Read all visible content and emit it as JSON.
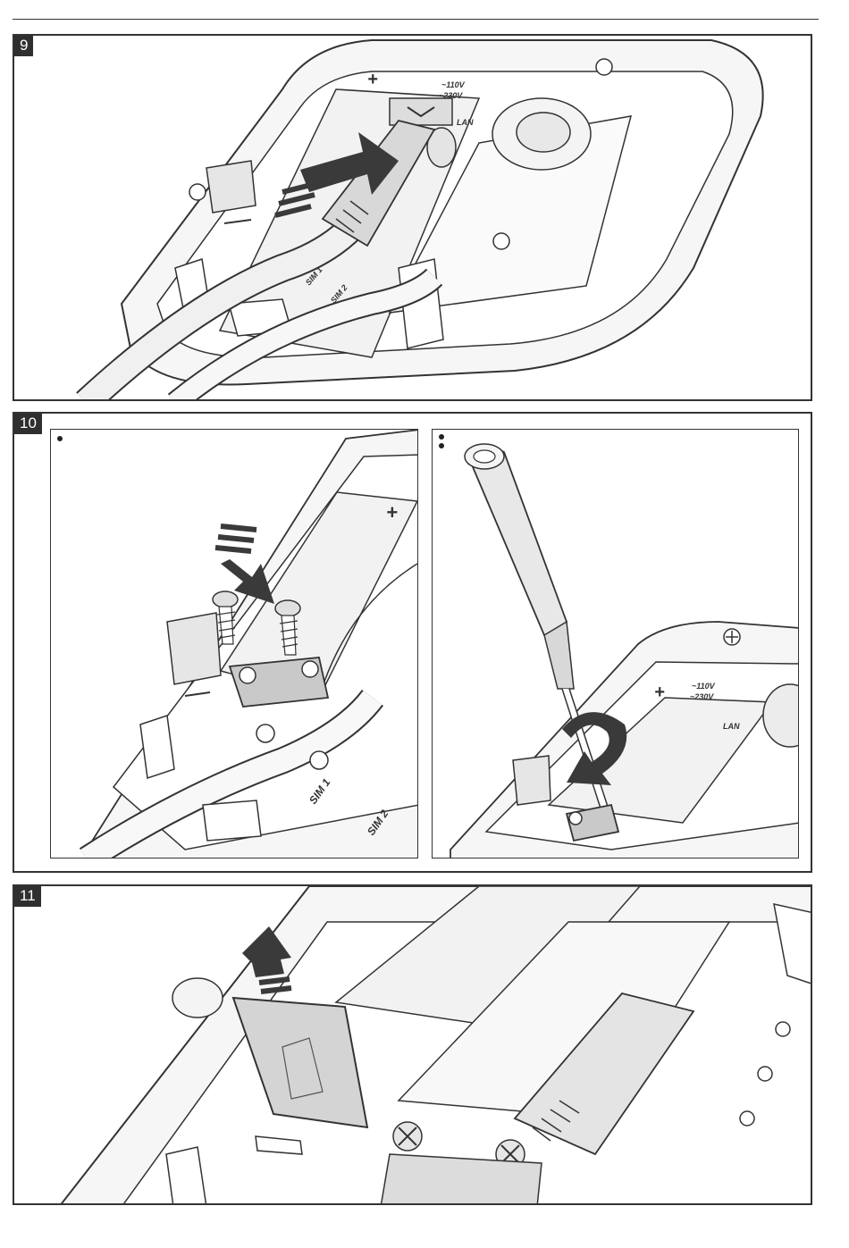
{
  "steps": [
    {
      "number": "9",
      "labels": {
        "voltage_top": "~110V",
        "voltage_bottom": "~230V",
        "lan": "LAN",
        "plus": "+",
        "sim1": "SIM 1",
        "sim2": "SIM 2"
      }
    },
    {
      "number": "10",
      "labels": {
        "voltage_top": "~110V",
        "voltage_bottom": "~230V",
        "lan": "LAN",
        "plus": "+",
        "sim1": "SIM 1",
        "sim2": "SIM 2"
      }
    },
    {
      "number": "11"
    }
  ],
  "colors": {
    "line": "#333333",
    "fill_light": "#f4f4f4",
    "fill_mid": "#cfcfcf",
    "arrow": "#3a3a3a",
    "badge": "#2f2f2f"
  }
}
